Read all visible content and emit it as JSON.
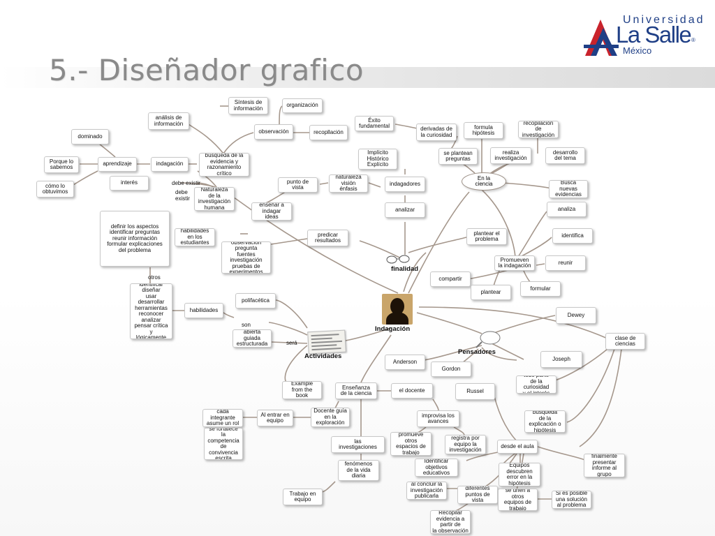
{
  "slide": {
    "title": "5.- Diseñador grafico",
    "logo": {
      "line1": "Universidad",
      "line2": "La Salle",
      "registered": "®",
      "line3": "México"
    }
  },
  "diagram": {
    "nodes": [
      {
        "id": "sintesis",
        "text": "Síntesis de\ninformación"
      },
      {
        "id": "organizacion",
        "text": "organización"
      },
      {
        "id": "analisis",
        "text": "análisis de\ninformación"
      },
      {
        "id": "observacion1",
        "text": "observación"
      },
      {
        "id": "recopilacion1",
        "text": "recopllación"
      },
      {
        "id": "dominado",
        "text": "dominado"
      },
      {
        "id": "porque",
        "text": "Porque lo\nsabemos"
      },
      {
        "id": "aprendizaje",
        "text": "aprendizaje"
      },
      {
        "id": "indagacion",
        "text": "indagación"
      },
      {
        "id": "busqueda1",
        "text": "búsqueda de la\nevidencia y\nrazonamiento\ncrítico"
      },
      {
        "id": "comolo",
        "text": "cómo lo\nobtuvimos"
      },
      {
        "id": "interes",
        "text": "interés"
      },
      {
        "id": "naturaleza",
        "text": "Naturaleza\nde la\ninvestigación\nhumana"
      },
      {
        "id": "exito",
        "text": "Éxito\nfundamental"
      },
      {
        "id": "derivadas",
        "text": "derivadas de\nla curiosidad"
      },
      {
        "id": "formula",
        "text": "formula\nhipótesis"
      },
      {
        "id": "recopilacion2",
        "text": "recopilación\nde\ninvestigación"
      },
      {
        "id": "implicito",
        "text": "Implícito\nHistórico\nExplícito"
      },
      {
        "id": "seplantean",
        "text": "se plantean\npreguntas"
      },
      {
        "id": "realiza",
        "text": "realiza\ninvestigación"
      },
      {
        "id": "desarrollo",
        "text": "desarrollo\ndel tema"
      },
      {
        "id": "puntovista1",
        "text": "punto de\nvista"
      },
      {
        "id": "natvision",
        "text": "naturaleza\nvisión\nénfasis"
      },
      {
        "id": "indagadores",
        "text": "indagadores"
      },
      {
        "id": "busca",
        "text": "Busca\nnuevas\nevidencias"
      },
      {
        "id": "ensenar",
        "text": "enseñar a\nindagar\nideas"
      },
      {
        "id": "analizar",
        "text": "analizar"
      },
      {
        "id": "analiza",
        "text": "analiza"
      },
      {
        "id": "definir",
        "text": "definir los aspectos\nidentificar preguntas\nreunir información\nformular explicaciones\ndel problema"
      },
      {
        "id": "habilidades1",
        "text": "habilidades\nen los\nestudiantes"
      },
      {
        "id": "predicar",
        "text": "predicar\nresultados"
      },
      {
        "id": "plantear1",
        "text": "plantear el\nproblema"
      },
      {
        "id": "identifica",
        "text": "identifica"
      },
      {
        "id": "obspreg",
        "text": "observación\npregunta\nfuentes\ninvestigación\npruebas de\nexperimentos"
      },
      {
        "id": "promueven1",
        "text": "Promueven\nla indagación"
      },
      {
        "id": "reunir",
        "text": "reunir"
      },
      {
        "id": "compartir",
        "text": "compartir"
      },
      {
        "id": "formular",
        "text": "formular"
      },
      {
        "id": "plantear2",
        "text": "plantear"
      },
      {
        "id": "identificar",
        "text": "identificar\ndiseñar\nusar\ndesarrollar\nherramientas\nreconocer\nanalizar\npensar crítica\ny\nlógicamente"
      },
      {
        "id": "polifacetica",
        "text": "polifacética"
      },
      {
        "id": "habilidades2",
        "text": "habilidades"
      },
      {
        "id": "dewey",
        "text": "Dewey"
      },
      {
        "id": "abierta",
        "text": "abierta\nguiada\nestructurada"
      },
      {
        "id": "clase",
        "text": "clase de\nciencias"
      },
      {
        "id": "anderson",
        "text": "Anderson"
      },
      {
        "id": "joseph",
        "text": "Joseph"
      },
      {
        "id": "gordon",
        "text": "Gordon"
      },
      {
        "id": "todoparte",
        "text": "todo parte\nde la curiosidad\ny el interés"
      },
      {
        "id": "example",
        "text": "Example\nfrom the\nbook"
      },
      {
        "id": "ensenanza",
        "text": "Enseñanza\nde la ciencia"
      },
      {
        "id": "eldocente",
        "text": "el docente"
      },
      {
        "id": "russel",
        "text": "Russel"
      },
      {
        "id": "cada",
        "text": "cada\nintegrante\nasume un rol"
      },
      {
        "id": "alentrar",
        "text": "Al entrar en\nequipo"
      },
      {
        "id": "docente",
        "text": "Docente guía\nen la\nexploración"
      },
      {
        "id": "improvisa",
        "text": "improvisa los\navances"
      },
      {
        "id": "busqueda2",
        "text": "búsqueda\nde la\nexplicación o\nhipótesis"
      },
      {
        "id": "sefortalece",
        "text": "se fortalece\nla\ncompetencia\nde\nconvivencia\nescrita"
      },
      {
        "id": "promueve2",
        "text": "promueve\notros\nespacios de\ntrabajo"
      },
      {
        "id": "registra",
        "text": "registra por\nequipo la\ninvestigación"
      },
      {
        "id": "lasinv",
        "text": "las\ninvestigaciones"
      },
      {
        "id": "desdeaula",
        "text": "desde el aula"
      },
      {
        "id": "finalmente",
        "text": "finalmente\npresentar\ninforme al\ngrupo"
      },
      {
        "id": "fenomenos",
        "text": "fenómenos\nde la vida\ndiaria"
      },
      {
        "id": "identobj",
        "text": "Identificar\nobjetivos\neducativos"
      },
      {
        "id": "equiposdesc",
        "text": "Equipos\ndescubren\nerror en la\nhipótesis"
      },
      {
        "id": "alconcluir",
        "text": "al concluir la\ninvestigación\npublicarla"
      },
      {
        "id": "diferentes",
        "text": "diferentes\npuntos de\nvista"
      },
      {
        "id": "seunen",
        "text": "se unen a\notros\nequipos de\ntrabajo"
      },
      {
        "id": "siesposible",
        "text": "Si es posible\nuna solución\nal problema"
      },
      {
        "id": "trabajo",
        "text": "Trabajo en\nequipo"
      },
      {
        "id": "recopilar",
        "text": "Recopilar\nevidencia a\npartir de\nla observación"
      }
    ],
    "bubbles": [
      {
        "id": "enlaciencia",
        "text": "En la\nciencia"
      }
    ],
    "linkLabels": [
      {
        "id": "debeexistir1",
        "text": "debe existir"
      },
      {
        "id": "debeexistir2",
        "text": "debe\nexistir"
      },
      {
        "id": "otros",
        "text": "otros"
      },
      {
        "id": "son",
        "text": "son"
      },
      {
        "id": "sera",
        "text": "será"
      }
    ],
    "hubs": {
      "indagacion": "Indagación",
      "finalidad": "finalidad",
      "actividades": "Actividades",
      "pensadores": "Pensadores"
    }
  }
}
